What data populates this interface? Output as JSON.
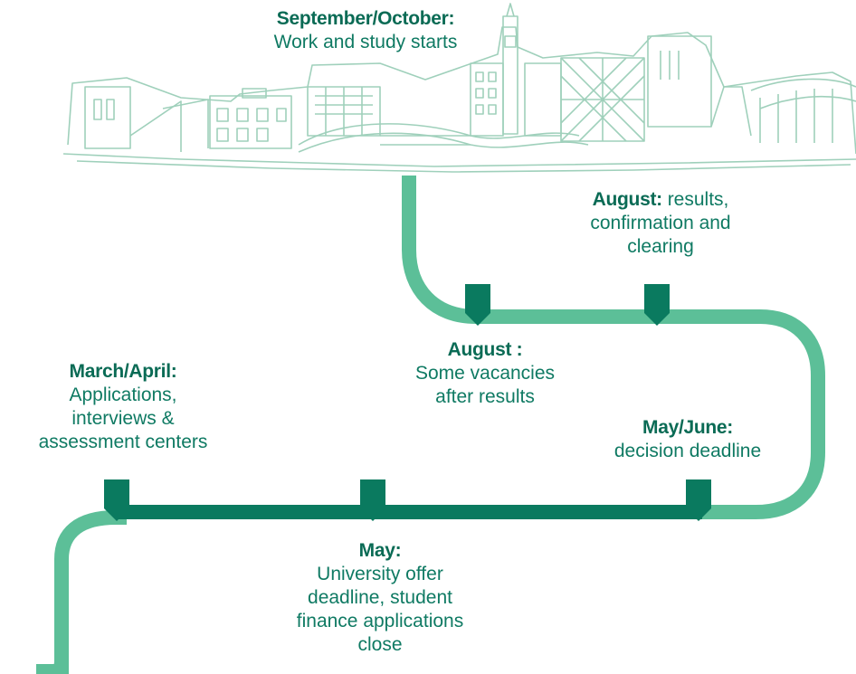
{
  "colors": {
    "path_light": "#5cbf98",
    "path_dark": "#0a7a5f",
    "marker": "#0a7a5f",
    "heading_text": "#0a6b55",
    "body_text": "#0f7a63",
    "skyline": "#9fd0bb"
  },
  "milestones": [
    {
      "id": "sep-oct",
      "heading": "September/October:",
      "body": "Work and study starts"
    },
    {
      "id": "aug-results",
      "heading": "August:",
      "body_line1": "results,",
      "body_rest": [
        "confirmation and",
        "clearing"
      ]
    },
    {
      "id": "aug-vacancies",
      "heading": "August :",
      "body": [
        "Some vacancies",
        "after results"
      ]
    },
    {
      "id": "mar-apr",
      "heading": "March/April:",
      "body": [
        "Applications,",
        "interviews &",
        "assessment centers"
      ]
    },
    {
      "id": "may-june",
      "heading": "May/June:",
      "body": [
        "decision deadline"
      ]
    },
    {
      "id": "may",
      "heading": "May:",
      "body": [
        "University offer",
        "deadline, student",
        "finance applications",
        "close"
      ]
    }
  ]
}
